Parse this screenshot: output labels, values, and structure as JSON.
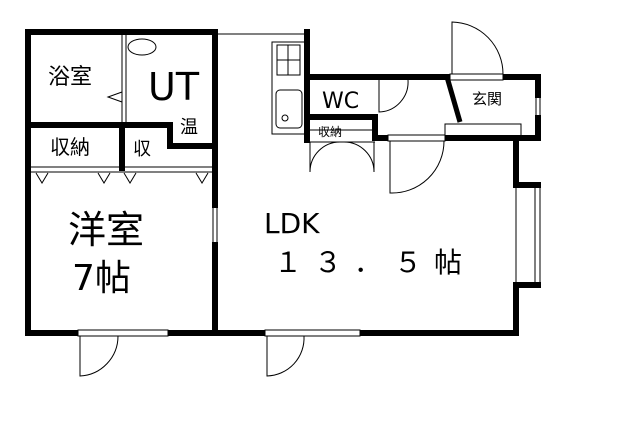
{
  "floor_plan": {
    "rooms": {
      "bath": "浴室",
      "utility": "UT",
      "water_heater": "温",
      "storage_left": "収納",
      "storage_small": "収",
      "western_room_name": "洋室",
      "western_room_size": "7帖",
      "ldk_name": "LDK",
      "ldk_size": "１３．５帖",
      "wc": "WC",
      "wc_storage": "収納",
      "entrance": "玄関"
    }
  }
}
